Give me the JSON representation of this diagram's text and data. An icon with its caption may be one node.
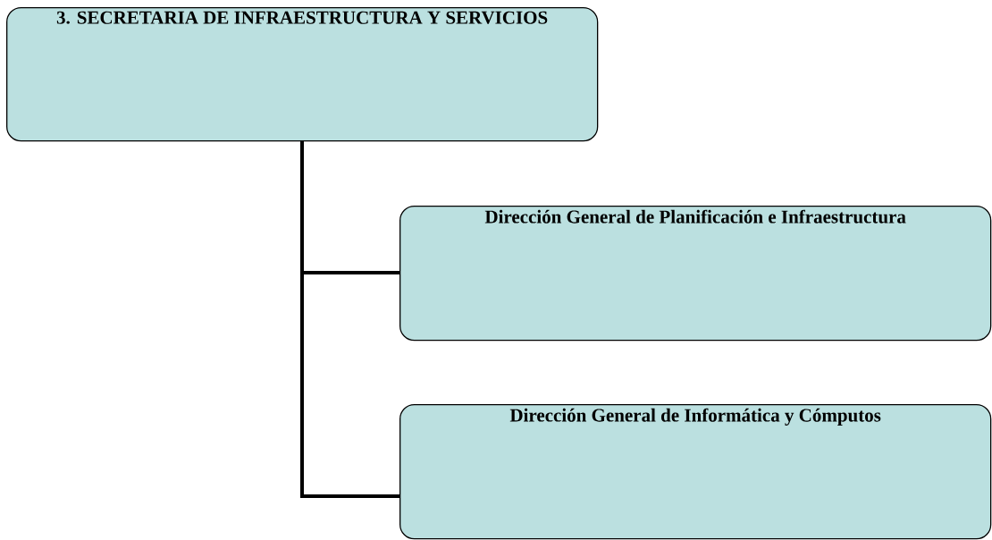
{
  "diagram": {
    "nodes": [
      {
        "text": [
          "3. SECRETARIA DE INFRAESTRUCTURA Y SERVICIOS"
        ]
      },
      {
        "text": [
          "Dirección General de Planificación e Infraestructura"
        ]
      },
      {
        "text": [
          "Dirección General de Informática y Cómputos"
        ]
      }
    ],
    "edges": [
      {
        "from": 0,
        "to": 1,
        "arrow": "none"
      },
      {
        "from": 0,
        "to": 2,
        "arrow": "none"
      }
    ]
  }
}
